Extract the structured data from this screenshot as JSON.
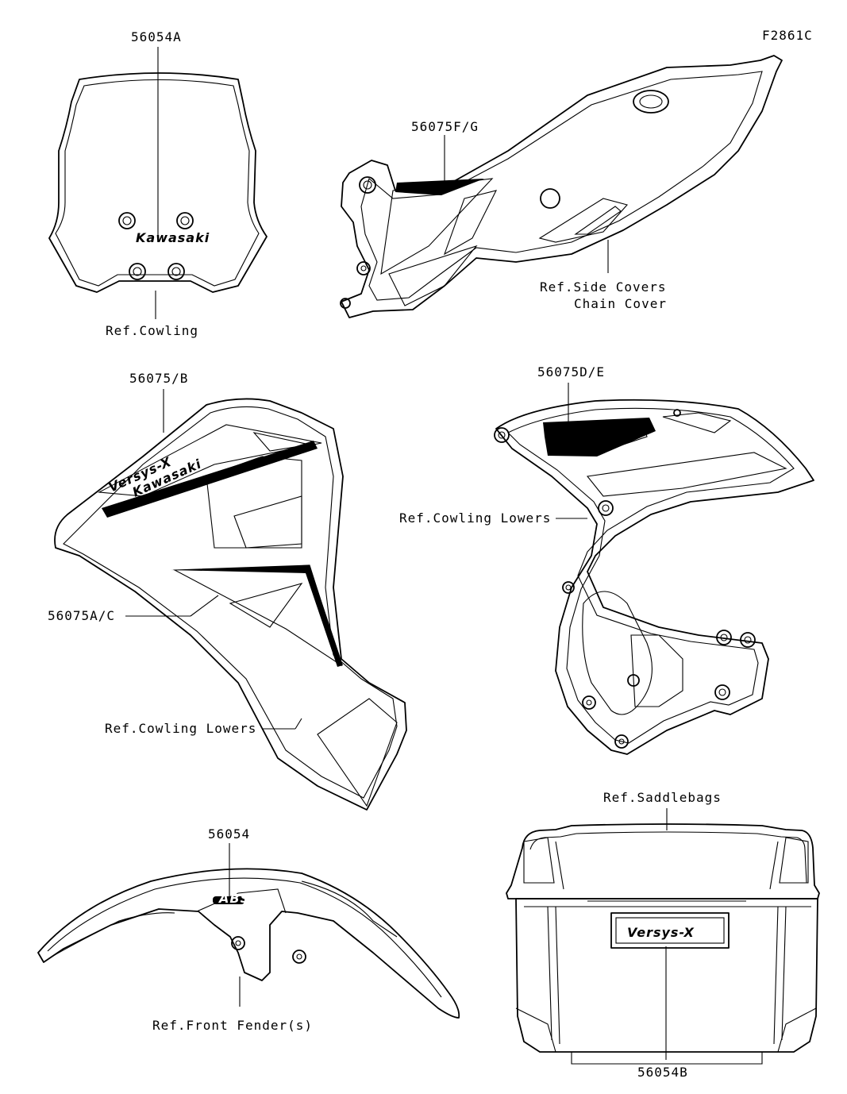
{
  "figure_code": "F2861C",
  "logos": {
    "kawasaki": "Kawasaki",
    "versys": "Versys-X",
    "abs": "ABS"
  },
  "callouts": {
    "c56054A": "56054A",
    "ref_cowling": "Ref.Cowling",
    "c56075FG": "56075F/G",
    "ref_side_covers": "Ref.Side Covers",
    "ref_chain_cover": "Chain Cover",
    "c56075B": "56075/B",
    "c56075AC": "56075A/C",
    "ref_cowling_lowers_left": "Ref.Cowling Lowers",
    "c56075DE": "56075D/E",
    "ref_cowling_lowers_right": "Ref.Cowling Lowers",
    "c56054": "56054",
    "ref_front_fender": "Ref.Front Fender(s)",
    "ref_saddlebags": "Ref.Saddlebags",
    "c56054B": "56054B"
  }
}
